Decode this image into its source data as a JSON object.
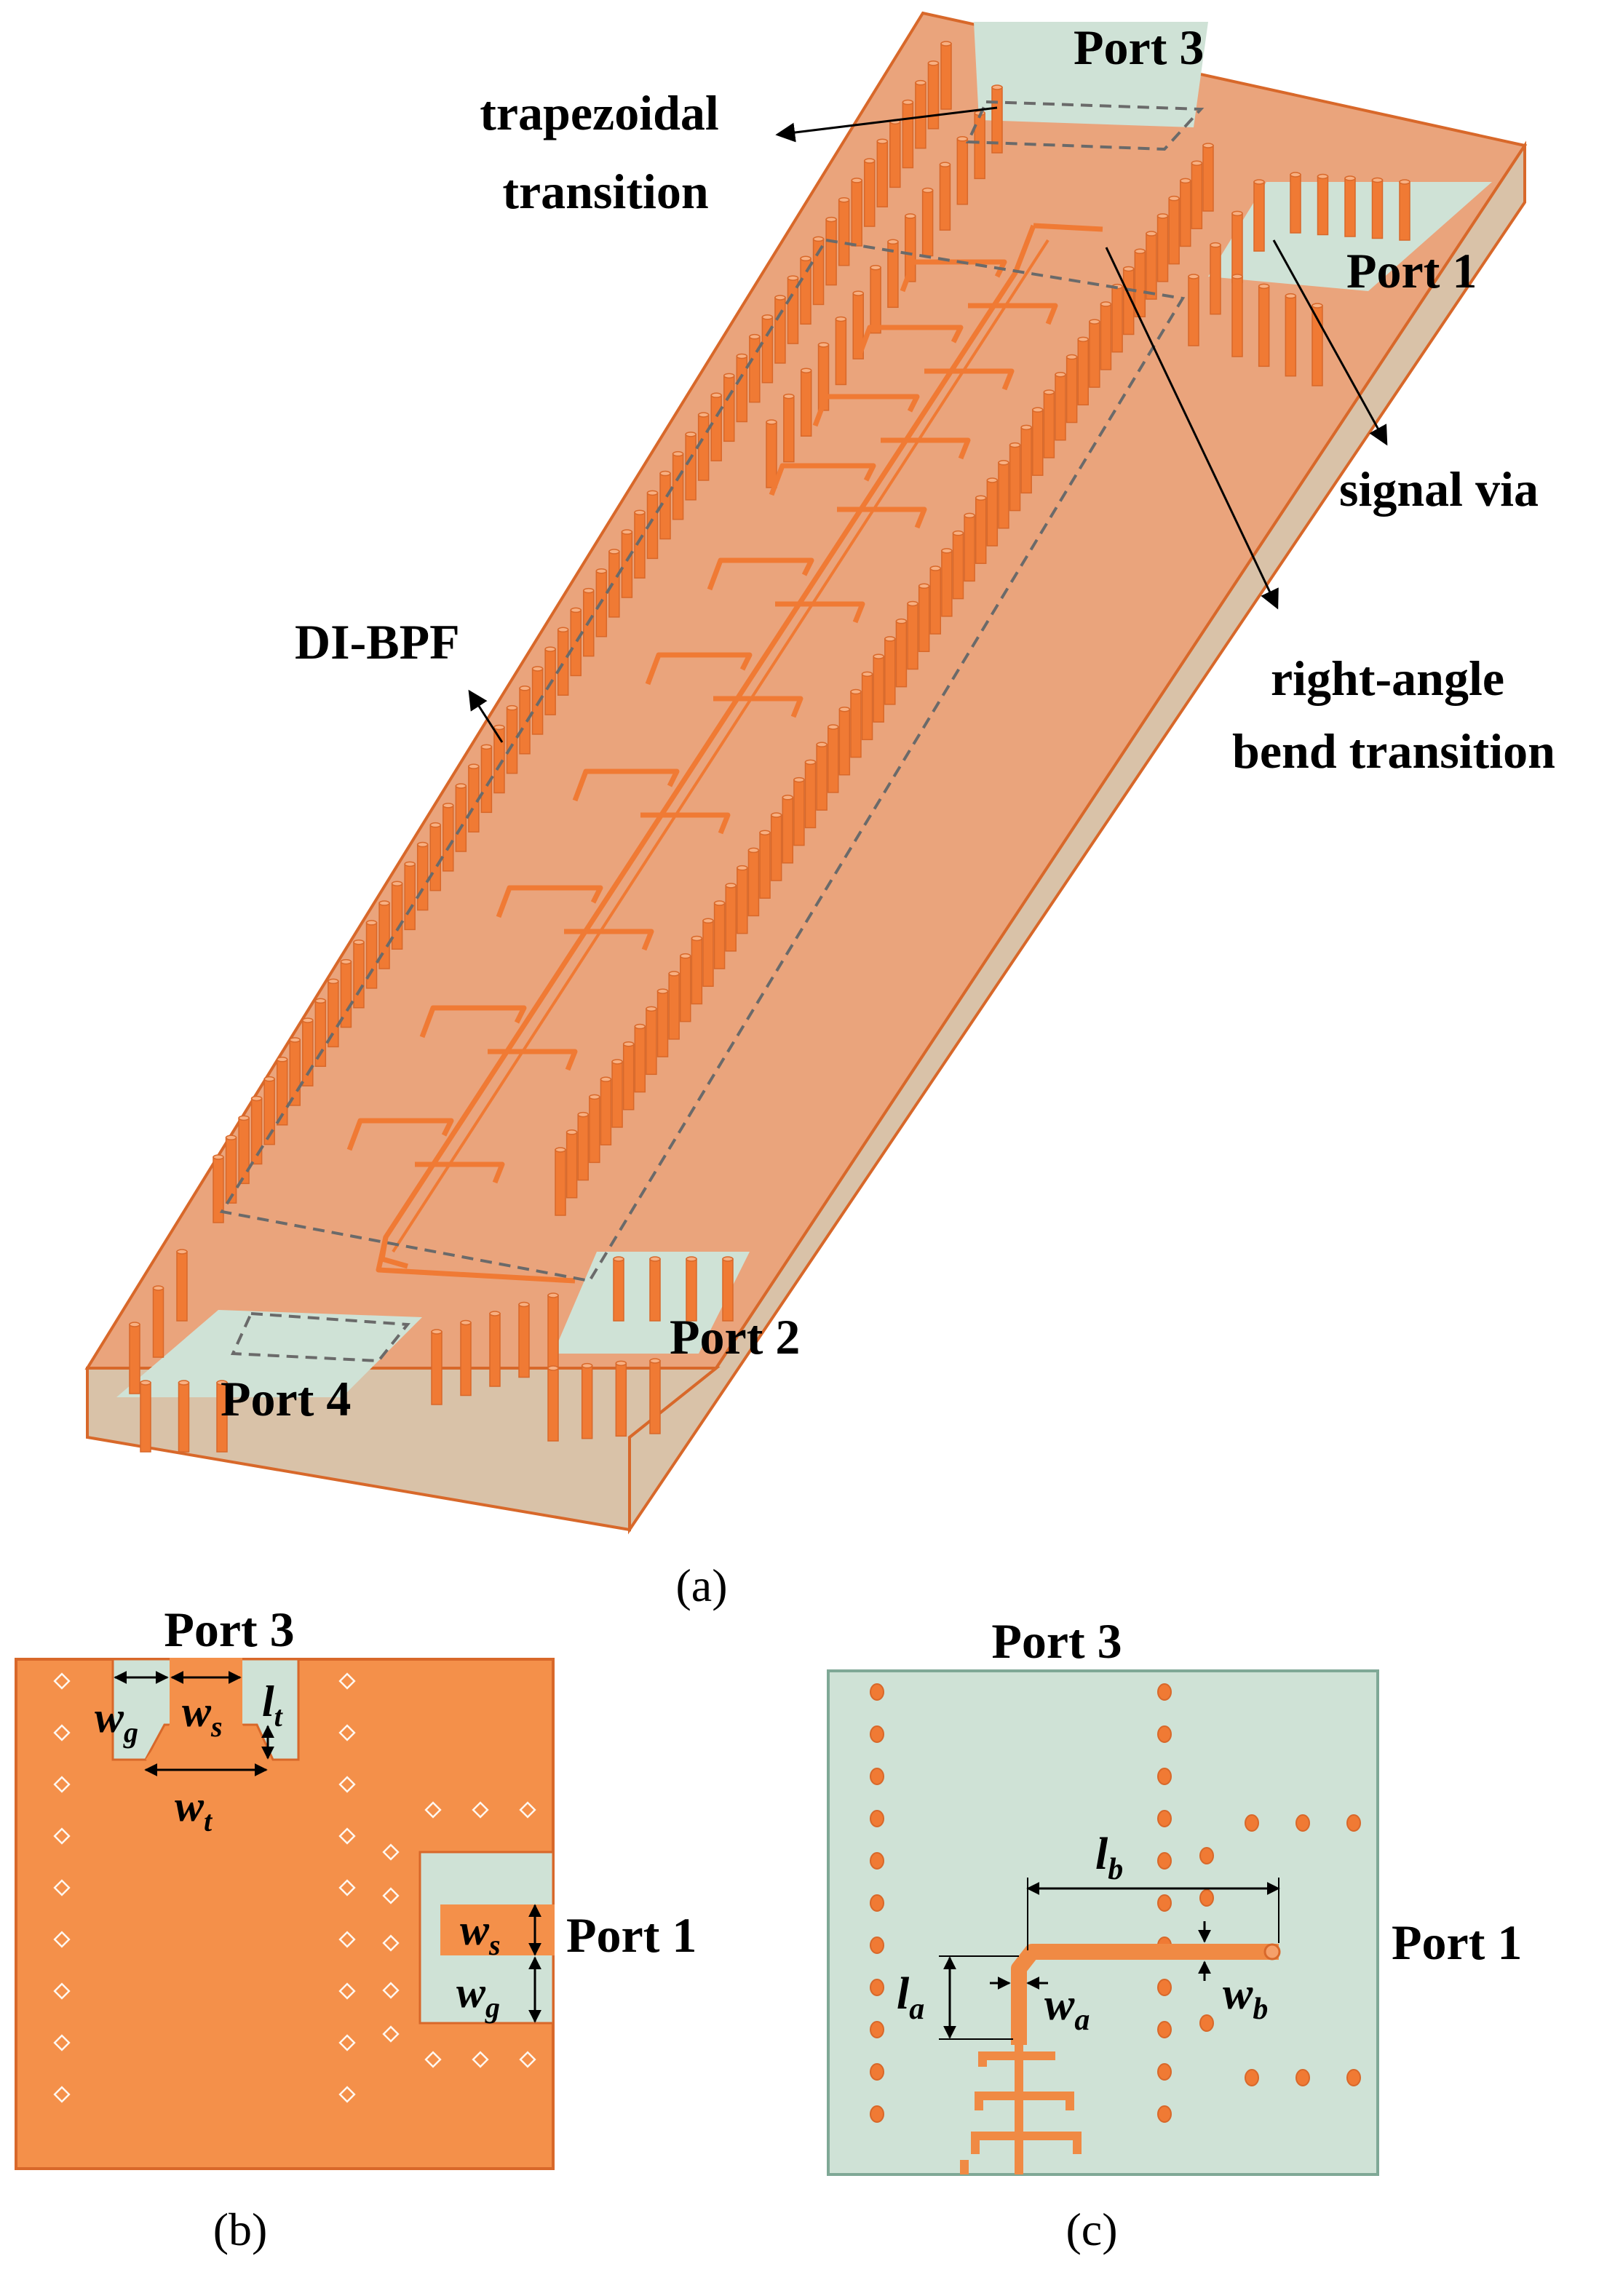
{
  "figure_a": {
    "caption": "(a)",
    "labels": {
      "port3": "Port 3",
      "port1": "Port 1",
      "port2": "Port 2",
      "port4": "Port 4",
      "trapezoidal_line1": "trapezoidal",
      "trapezoidal_line2": "transition",
      "signal_via": "signal via",
      "right_angle_line1": "right-angle",
      "right_angle_line2": "bend transition",
      "di_bpf": "DI-BPF"
    }
  },
  "figure_b": {
    "caption": "(b)",
    "port3": "Port 3",
    "port1": "Port 1",
    "symbols": {
      "wg_top": {
        "base": "w",
        "sub": "g"
      },
      "ws_top": {
        "base": "w",
        "sub": "s"
      },
      "lt": {
        "base": "l",
        "sub": "t"
      },
      "wt": {
        "base": "w",
        "sub": "t"
      },
      "ws_right": {
        "base": "w",
        "sub": "s"
      },
      "wg_right": {
        "base": "w",
        "sub": "g"
      }
    }
  },
  "figure_c": {
    "caption": "(c)",
    "port3": "Port 3",
    "port1": "Port 1",
    "symbols": {
      "lb": {
        "base": "l",
        "sub": "b"
      },
      "la": {
        "base": "l",
        "sub": "a"
      },
      "wa": {
        "base": "w",
        "sub": "a"
      },
      "wb": {
        "base": "w",
        "sub": "b"
      }
    }
  },
  "colors": {
    "copper": "#f4904a",
    "copper_dark": "#d8682a",
    "substrate_tint": "#eaa47c",
    "substrate_side": "#d9c2a8",
    "green": "#cfe2d6",
    "via": "#f07a34",
    "dash": "#6a6a6a"
  }
}
